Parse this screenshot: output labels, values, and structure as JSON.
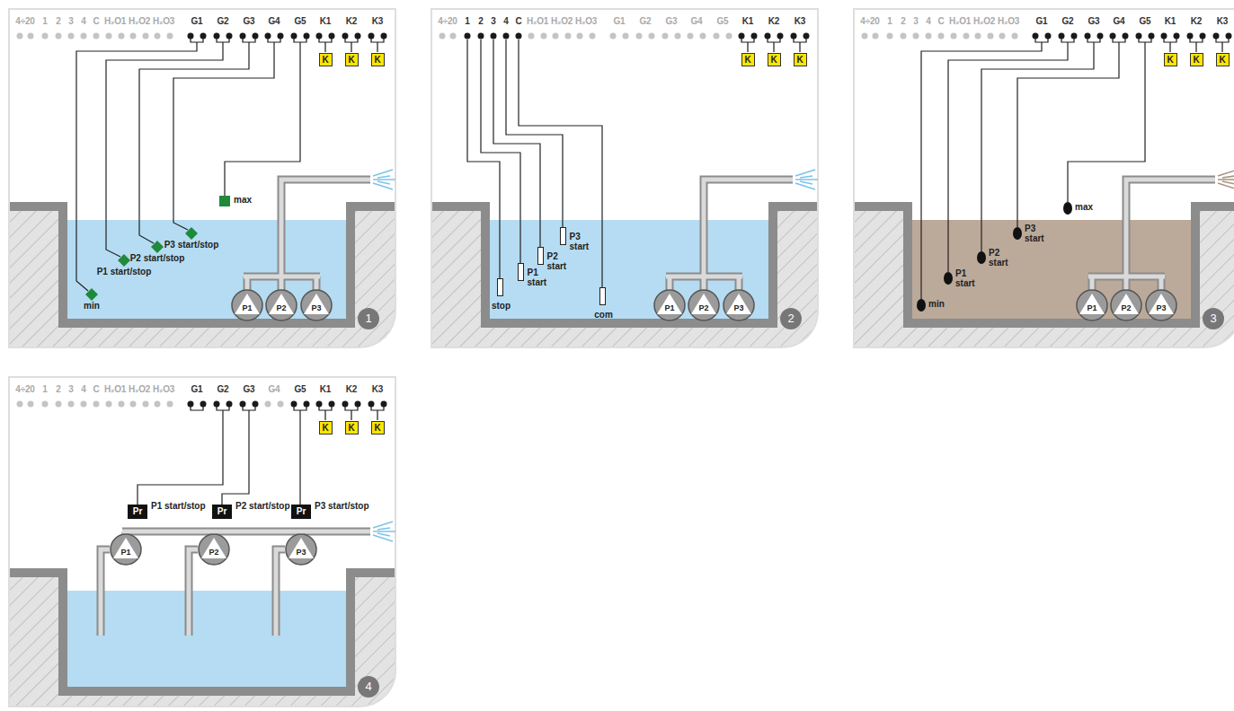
{
  "diagram": {
    "nodes": [
      {
        "text": [
          "K"
        ]
      },
      {
        "text": [
          "K"
        ]
      },
      {
        "text": [
          "K"
        ]
      },
      {
        "text": [
          "min"
        ]
      },
      {
        "text": [
          "P1 start/stop"
        ]
      },
      {
        "text": [
          "P2 start/stop"
        ]
      },
      {
        "text": [
          "P3 start/stop"
        ]
      },
      {
        "text": [
          "max"
        ]
      },
      {
        "text": [
          "P1"
        ]
      },
      {
        "text": [
          "P2"
        ]
      },
      {
        "text": [
          "P3"
        ]
      },
      {
        "text": [
          "1"
        ]
      },
      {
        "text": [
          "K"
        ]
      },
      {
        "text": [
          "K"
        ]
      },
      {
        "text": [
          "K"
        ]
      },
      {
        "text": [
          "stop"
        ]
      },
      {
        "text": [
          "P1 start"
        ]
      },
      {
        "text": [
          "P2 start"
        ]
      },
      {
        "text": [
          "P3 start"
        ]
      },
      {
        "text": [
          "com"
        ]
      },
      {
        "text": [
          "P1"
        ]
      },
      {
        "text": [
          "P2"
        ]
      },
      {
        "text": [
          "P3"
        ]
      },
      {
        "text": [
          "2"
        ]
      },
      {
        "text": [
          "K"
        ]
      },
      {
        "text": [
          "K"
        ]
      },
      {
        "text": [
          "K"
        ]
      },
      {
        "text": [
          "min"
        ]
      },
      {
        "text": [
          "P1 start"
        ]
      },
      {
        "text": [
          "P2 start"
        ]
      },
      {
        "text": [
          "P3 start"
        ]
      },
      {
        "text": [
          "max"
        ]
      },
      {
        "text": [
          "P1"
        ]
      },
      {
        "text": [
          "P2"
        ]
      },
      {
        "text": [
          "P3"
        ]
      },
      {
        "text": [
          "3"
        ]
      },
      {
        "text": [
          "K"
        ]
      },
      {
        "text": [
          "K"
        ]
      },
      {
        "text": [
          "K"
        ]
      },
      {
        "text": [
          "Pr",
          "P1 start/stop"
        ]
      },
      {
        "text": [
          "Pr",
          "P2 start/stop"
        ]
      },
      {
        "text": [
          "Pr",
          "P3 start/stop"
        ]
      },
      {
        "text": [
          "P1"
        ]
      },
      {
        "text": [
          "P2"
        ]
      },
      {
        "text": [
          "P3"
        ]
      },
      {
        "text": [
          "4"
        ]
      }
    ],
    "labels": [
      "4÷20",
      "1",
      "2",
      "3",
      "4",
      "C",
      "H₂O1",
      "H₂O2",
      "H₂O3",
      "G1",
      "G2",
      "G3",
      "G4",
      "G5",
      "K1",
      "K2",
      "K3",
      "4÷20",
      "1",
      "2",
      "3",
      "4",
      "C",
      "H₂O1",
      "H₂O2",
      "H₂O3",
      "G1",
      "G2",
      "G3",
      "G4",
      "G5",
      "K1",
      "K2",
      "K3",
      "4÷20",
      "1",
      "2",
      "3",
      "4",
      "C",
      "H₂O1",
      "H₂O2",
      "H₂O3",
      "G1",
      "G2",
      "G3",
      "G4",
      "G5",
      "K1",
      "K2",
      "K3",
      "4÷20",
      "1",
      "2",
      "3",
      "4",
      "C",
      "H₂O1",
      "H₂O2",
      "H₂O3",
      "G1",
      "G2",
      "G3",
      "G4",
      "G5",
      "K1",
      "K2",
      "K3"
    ]
  }
}
